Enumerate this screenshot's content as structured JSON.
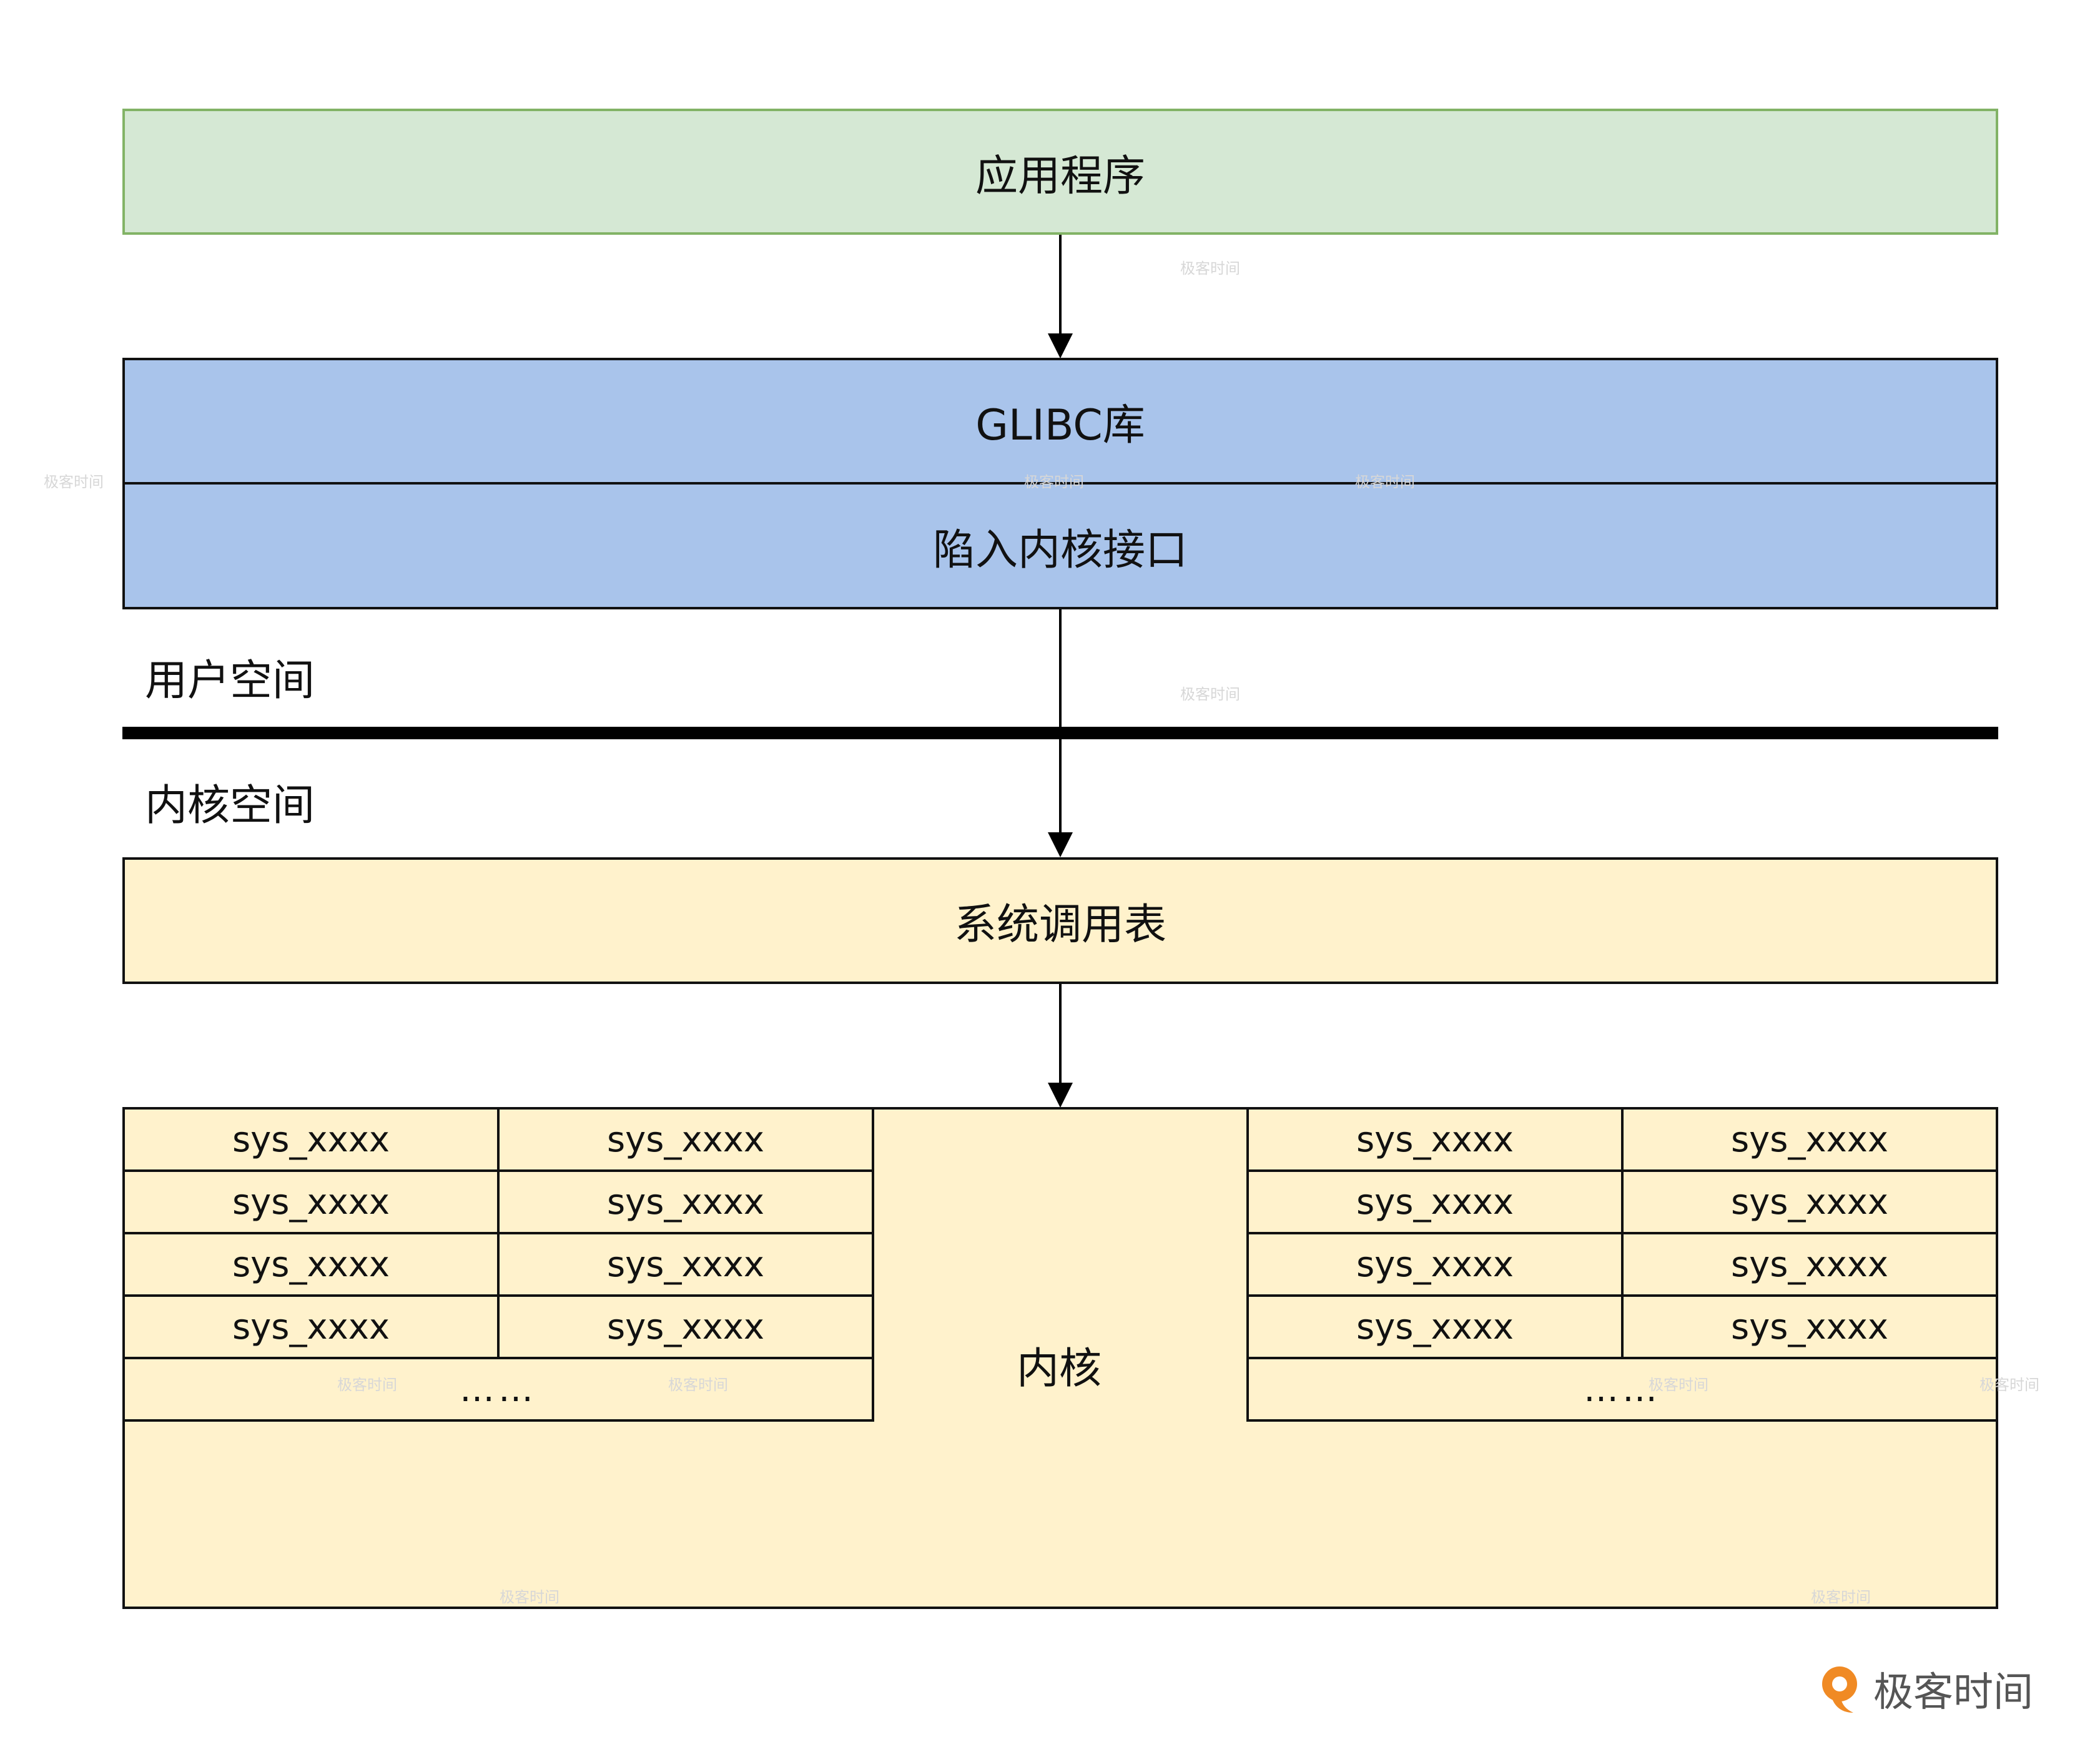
{
  "app_layer": {
    "label": "应用程序"
  },
  "glibc_layer": {
    "label": "GLIBC库"
  },
  "trap_layer": {
    "label": "陷入内核接口"
  },
  "user_space": {
    "label": "用户空间"
  },
  "kernel_space": {
    "label": "内核空间"
  },
  "syscall_table": {
    "label": "系统调用表"
  },
  "kernel": {
    "label": "内核"
  },
  "syscall_entry": {
    "label": "sys_xxxx"
  },
  "ellipsis": {
    "label": "……"
  },
  "brand": {
    "name": "极客时间",
    "color": "#f08a24",
    "icon": "geektime-logo"
  },
  "colors": {
    "app_fill": "#d5e8d4",
    "app_stroke": "#82b366",
    "glibc_fill": "#a9c4eb",
    "kernel_fill": "#fff2cc"
  }
}
